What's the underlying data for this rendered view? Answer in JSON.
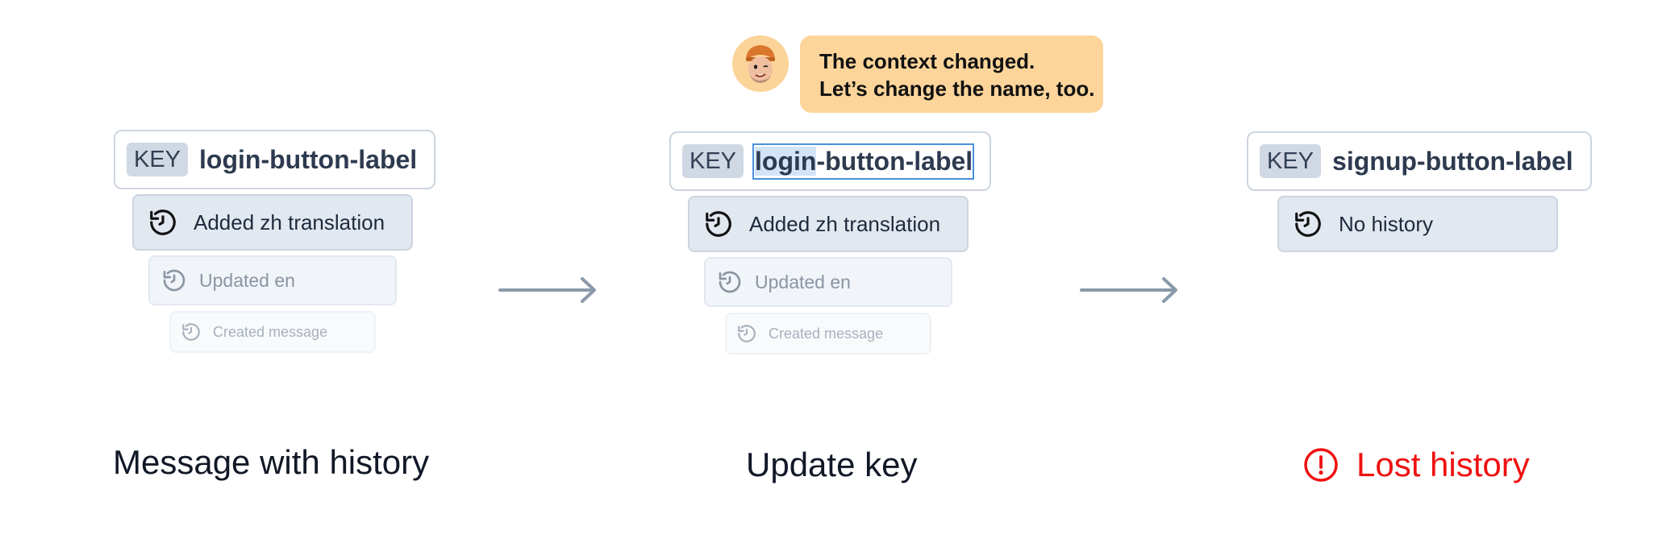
{
  "colors": {
    "arrow": "#8a9aab",
    "warning": "#ee1111",
    "bubble": "#fdd59b",
    "selection": "#4a90d9"
  },
  "panels": [
    {
      "key_chip": "KEY",
      "key_name": "login-button-label",
      "history": [
        "Added zh translation",
        "Updated en",
        "Created message"
      ],
      "caption": "Message with history"
    },
    {
      "key_chip": "KEY",
      "key_name_selected": "login",
      "key_name_rest": "-button-label",
      "history": [
        "Added zh translation",
        "Updated en",
        "Created message"
      ],
      "caption": "Update key"
    },
    {
      "key_chip": "KEY",
      "key_name": "signup-button-label",
      "history": [
        "No history"
      ],
      "caption": "Lost history",
      "caption_icon": "exclamation-circle-icon"
    }
  ],
  "speech_bubble": {
    "line1": "The context changed.",
    "line2": "Let’s change the name, too.",
    "avatar": "memoji-avatar-icon"
  },
  "icons": {
    "history": "history-icon",
    "arrow": "arrow-right-icon"
  }
}
